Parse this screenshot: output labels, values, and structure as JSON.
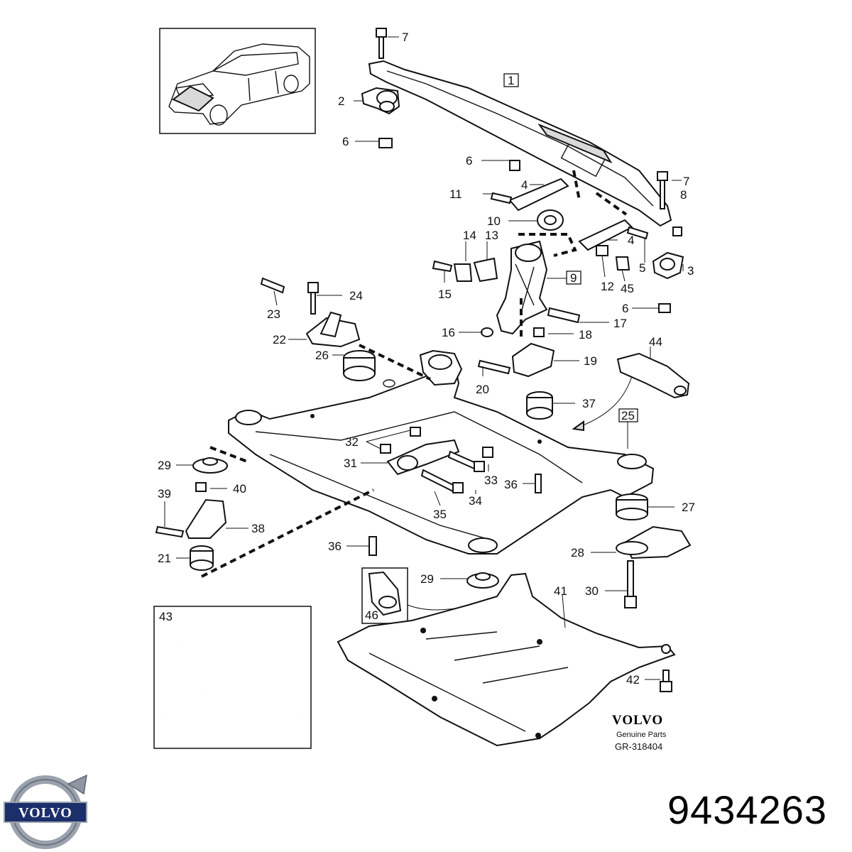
{
  "callouts": [
    {
      "id": "7a",
      "text": "7"
    },
    {
      "id": "1",
      "text": "1"
    },
    {
      "id": "2",
      "text": "2"
    },
    {
      "id": "6a",
      "text": "6"
    },
    {
      "id": "6b",
      "text": "6"
    },
    {
      "id": "4a",
      "text": "4"
    },
    {
      "id": "7b",
      "text": "7"
    },
    {
      "id": "8",
      "text": "8"
    },
    {
      "id": "11",
      "text": "11"
    },
    {
      "id": "10",
      "text": "10"
    },
    {
      "id": "14",
      "text": "14"
    },
    {
      "id": "13",
      "text": "13"
    },
    {
      "id": "4b",
      "text": "4"
    },
    {
      "id": "5",
      "text": "5"
    },
    {
      "id": "3",
      "text": "3"
    },
    {
      "id": "15",
      "text": "15"
    },
    {
      "id": "9",
      "text": "9"
    },
    {
      "id": "12",
      "text": "12"
    },
    {
      "id": "45",
      "text": "45"
    },
    {
      "id": "6c",
      "text": "6"
    },
    {
      "id": "24",
      "text": "24"
    },
    {
      "id": "23",
      "text": "23"
    },
    {
      "id": "17",
      "text": "17"
    },
    {
      "id": "16",
      "text": "16"
    },
    {
      "id": "18",
      "text": "18"
    },
    {
      "id": "22",
      "text": "22"
    },
    {
      "id": "26",
      "text": "26"
    },
    {
      "id": "19",
      "text": "19"
    },
    {
      "id": "44",
      "text": "44"
    },
    {
      "id": "20",
      "text": "20"
    },
    {
      "id": "37",
      "text": "37"
    },
    {
      "id": "25",
      "text": "25"
    },
    {
      "id": "32",
      "text": "32"
    },
    {
      "id": "29a",
      "text": "29"
    },
    {
      "id": "31",
      "text": "31"
    },
    {
      "id": "33",
      "text": "33"
    },
    {
      "id": "36a",
      "text": "36"
    },
    {
      "id": "40",
      "text": "40"
    },
    {
      "id": "39",
      "text": "39"
    },
    {
      "id": "34",
      "text": "34"
    },
    {
      "id": "27",
      "text": "27"
    },
    {
      "id": "35",
      "text": "35"
    },
    {
      "id": "38",
      "text": "38"
    },
    {
      "id": "21",
      "text": "21"
    },
    {
      "id": "36b",
      "text": "36"
    },
    {
      "id": "28",
      "text": "28"
    },
    {
      "id": "29b",
      "text": "29"
    },
    {
      "id": "30",
      "text": "30"
    },
    {
      "id": "41",
      "text": "41"
    },
    {
      "id": "46",
      "text": "46"
    },
    {
      "id": "43",
      "text": "43"
    },
    {
      "id": "42",
      "text": "42"
    }
  ],
  "brand": {
    "wordmark": "VOLVO",
    "tagline": "Genuine Parts",
    "ref_code": "GR-318404",
    "logo_text": "VOLVO"
  },
  "part_number": "9434263",
  "colors": {
    "line": "#111111",
    "logo_blue": "#1c2f6b",
    "logo_steel": "#9aa2ad"
  }
}
